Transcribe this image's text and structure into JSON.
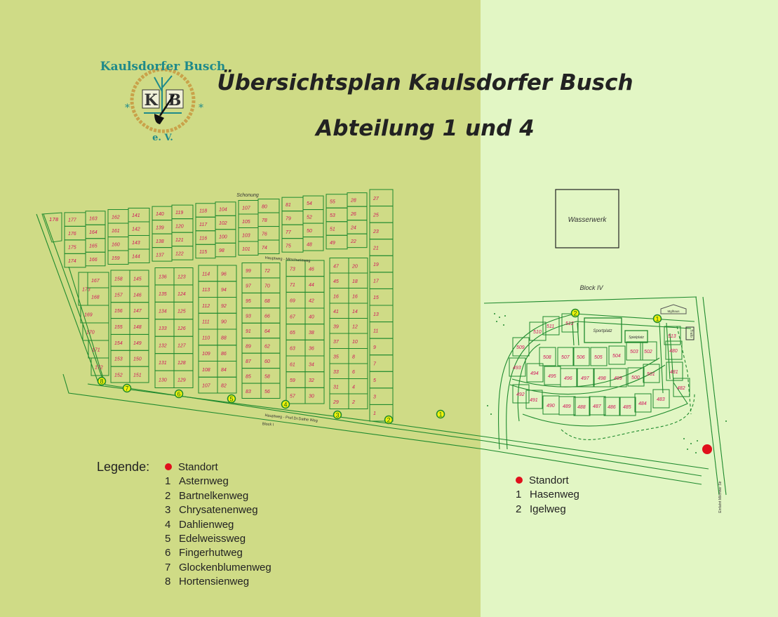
{
  "header": {
    "title": "Übersichtsplan Kaulsdorfer Busch",
    "subtitle": "Abteilung 1 und 4",
    "logo_text": "Kaulsdorfer Busch e.V. KB"
  },
  "colors": {
    "plot_number": "#d0145a",
    "lines": "#1f8a2e",
    "marker": "#f2f20a",
    "standort": "#e0101c"
  },
  "map": {
    "labels": {
      "schonung": "Schonung",
      "hauptweg_mitschurin": "Hauptweg - Mitschurinweg",
      "hauptweg_dathe": "Hauptweg - Prof.Dr.Dathe Weg",
      "block1": "Block I",
      "block4": "Block IV",
      "wasserwerk": "Wasserwerk",
      "sportplatz": "Sportplatz",
      "spielplatz": "Spielplatz",
      "mglhaus": "Mglhaus",
      "trafo": "Trafo",
      "einfahrt": "Einfahrt Milchner Str"
    },
    "block1_top_columns": [
      [
        "177",
        "176",
        "175",
        "174"
      ],
      [
        "163",
        "164",
        "165",
        "166"
      ],
      [
        "162",
        "161",
        "160",
        "159"
      ],
      [
        "141",
        "142",
        "143",
        "144"
      ],
      [
        "140",
        "139",
        "138",
        "137"
      ],
      [
        "119",
        "120",
        "121",
        "122"
      ],
      [
        "118",
        "117",
        "116",
        "115"
      ],
      [
        "104",
        "102",
        "100",
        "98"
      ],
      [
        "107",
        "105",
        "103",
        "101"
      ],
      [
        "80",
        "78",
        "76",
        "74"
      ],
      [
        "81",
        "79",
        "77",
        "75"
      ],
      [
        "54",
        "52",
        "50",
        "48"
      ],
      [
        "55",
        "53",
        "51",
        "49"
      ],
      [
        "28",
        "26",
        "24",
        "22"
      ]
    ],
    "block1_corner_plot": "178",
    "block1_right_column": [
      "27",
      "25",
      "23",
      "21",
      "19",
      "17",
      "15",
      "13",
      "11",
      "9",
      "7",
      "5",
      "3",
      "1"
    ],
    "block1_left_group": {
      "a": "173",
      "b": "167",
      "c": "168",
      "stack": [
        "169",
        "170",
        "171",
        "172"
      ]
    },
    "block1_lower_pairs": [
      [
        [
          "158",
          "157",
          "156",
          "155",
          "154",
          "153",
          "152"
        ],
        [
          "145",
          "146",
          "147",
          "148",
          "149",
          "150",
          "151"
        ]
      ],
      [
        [
          "136",
          "135",
          "134",
          "133",
          "132",
          "131",
          "130"
        ],
        [
          "123",
          "124",
          "125",
          "126",
          "127",
          "128",
          "129"
        ]
      ],
      [
        [
          "114",
          "113",
          "112",
          "111",
          "110",
          "109",
          "108",
          "107"
        ],
        [
          "96",
          "94",
          "92",
          "90",
          "88",
          "86",
          "84",
          "82"
        ]
      ],
      [
        [
          "99",
          "97",
          "95",
          "93",
          "91",
          "89",
          "87",
          "85",
          "83"
        ],
        [
          "72",
          "70",
          "68",
          "66",
          "64",
          "62",
          "60",
          "58",
          "56"
        ]
      ],
      [
        [
          "73",
          "71",
          "69",
          "67",
          "65",
          "63",
          "61",
          "59",
          "57"
        ],
        [
          "46",
          "44",
          "42",
          "40",
          "38",
          "36",
          "34",
          "32",
          "30"
        ]
      ],
      [
        [
          "47",
          "45",
          "16",
          "41",
          "39",
          "37",
          "35",
          "33",
          "31",
          "29"
        ],
        [
          "20",
          "18",
          "16",
          "14",
          "12",
          "10",
          "8",
          "6",
          "4",
          "2"
        ]
      ]
    ],
    "block1_markers": [
      "8",
      "7",
      "6",
      "5",
      "4",
      "3",
      "2",
      "1"
    ],
    "block4_plots": [
      "510",
      "511",
      "512",
      "509",
      "508",
      "507",
      "506",
      "505",
      "504",
      "503",
      "502",
      "513",
      "480",
      "493",
      "494",
      "495",
      "496",
      "497",
      "498",
      "499",
      "500",
      "501",
      "481",
      "482",
      "492",
      "491",
      "490",
      "489",
      "488",
      "487",
      "486",
      "485",
      "484",
      "483"
    ],
    "block4_markers": [
      "2",
      "1"
    ]
  },
  "legend_left": {
    "title": "Legende:",
    "standort": "Standort",
    "items": [
      {
        "num": "1",
        "name": "Asternweg"
      },
      {
        "num": "2",
        "name": "Bartnelkenweg"
      },
      {
        "num": "3",
        "name": "Chrysatenenweg"
      },
      {
        "num": "4",
        "name": "Dahlienweg"
      },
      {
        "num": "5",
        "name": "Edelweissweg"
      },
      {
        "num": "6",
        "name": "Fingerhutweg"
      },
      {
        "num": "7",
        "name": "Glockenblumenweg"
      },
      {
        "num": "8",
        "name": "Hortensienweg"
      }
    ]
  },
  "legend_right": {
    "standort": "Standort",
    "items": [
      {
        "num": "1",
        "name": "Hasenweg"
      },
      {
        "num": "2",
        "name": "Igelweg"
      }
    ]
  }
}
